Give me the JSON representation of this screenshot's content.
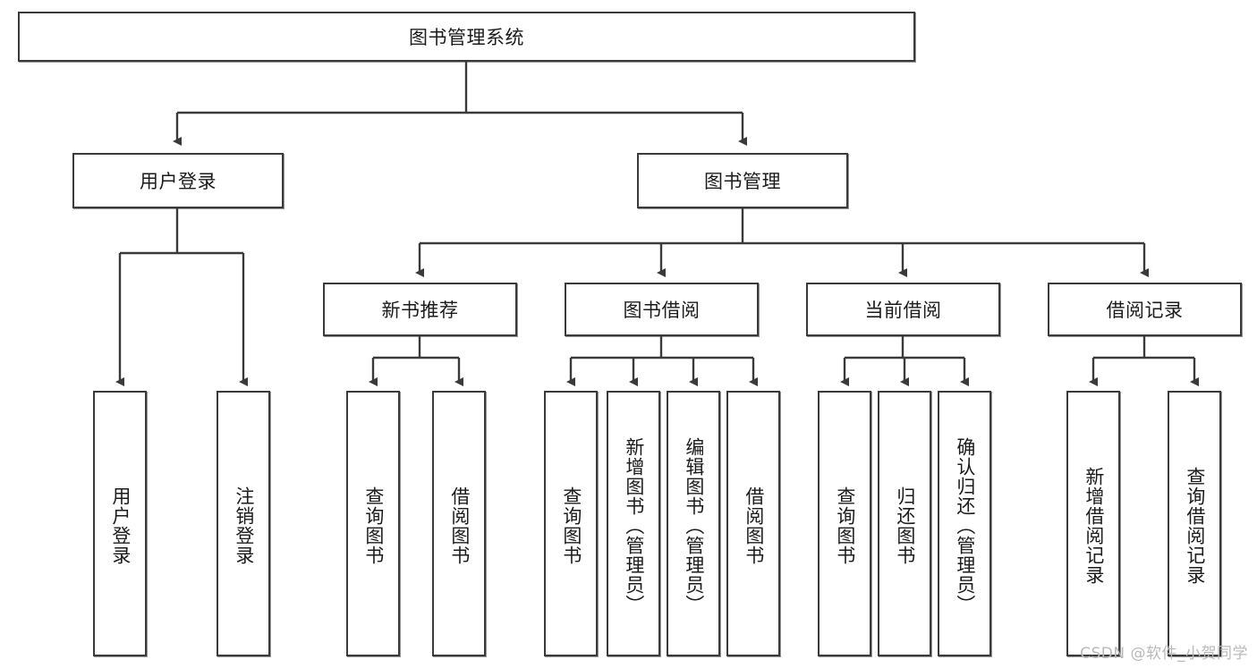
{
  "diagram": {
    "type": "tree-hierarchy",
    "title": "图书管理系统",
    "watermark": "CSDN @软件_小贺同学",
    "colors": {
      "box_border": "#3a3a3a",
      "box_fill": "#ffffff",
      "edge": "#3a3a3a",
      "text": "#1b1b1b",
      "watermark": "#b9b9b9"
    },
    "levels": [
      {
        "level": 1,
        "nodes": [
          {
            "id": "root",
            "label": "图书管理系统",
            "orientation": "horizontal"
          }
        ]
      },
      {
        "level": 2,
        "nodes": [
          {
            "id": "login",
            "label": "用户登录",
            "orientation": "horizontal",
            "parent": "root"
          },
          {
            "id": "bookmgmt",
            "label": "图书管理",
            "orientation": "horizontal",
            "parent": "root"
          }
        ]
      },
      {
        "level": 3,
        "nodes": [
          {
            "id": "recommend",
            "label": "新书推荐",
            "orientation": "horizontal",
            "parent": "bookmgmt"
          },
          {
            "id": "borrow",
            "label": "图书借阅",
            "orientation": "horizontal",
            "parent": "bookmgmt"
          },
          {
            "id": "current",
            "label": "当前借阅",
            "orientation": "horizontal",
            "parent": "bookmgmt"
          },
          {
            "id": "records",
            "label": "借阅记录",
            "orientation": "horizontal",
            "parent": "bookmgmt"
          }
        ]
      },
      {
        "level": 4,
        "nodes": [
          {
            "id": "leaf-user-login",
            "label": "用户登录",
            "orientation": "vertical",
            "parent": "login"
          },
          {
            "id": "leaf-user-logout",
            "label": "注销登录",
            "orientation": "vertical",
            "parent": "login"
          },
          {
            "id": "leaf-rec-query",
            "label": "查询图书",
            "orientation": "vertical",
            "parent": "recommend"
          },
          {
            "id": "leaf-rec-borrow",
            "label": "借阅图书",
            "orientation": "vertical",
            "parent": "recommend"
          },
          {
            "id": "leaf-bor-query",
            "label": "查询图书",
            "orientation": "vertical",
            "parent": "borrow"
          },
          {
            "id": "leaf-bor-add",
            "label": "新增图书（管理员）",
            "orientation": "vertical",
            "parent": "borrow"
          },
          {
            "id": "leaf-bor-edit",
            "label": "编辑图书（管理员）",
            "orientation": "vertical",
            "parent": "borrow"
          },
          {
            "id": "leaf-bor-lend",
            "label": "借阅图书",
            "orientation": "vertical",
            "parent": "borrow"
          },
          {
            "id": "leaf-cur-query",
            "label": "查询图书",
            "orientation": "vertical",
            "parent": "current"
          },
          {
            "id": "leaf-cur-return",
            "label": "归还图书",
            "orientation": "vertical",
            "parent": "current"
          },
          {
            "id": "leaf-cur-confirm",
            "label": "确认归还（管理员）",
            "orientation": "vertical",
            "parent": "current"
          },
          {
            "id": "leaf-rectrec-add",
            "label": "新增借阅记录",
            "orientation": "vertical",
            "parent": "records"
          },
          {
            "id": "leaf-rec-query2",
            "label": "查询借阅记录",
            "orientation": "vertical",
            "parent": "records"
          }
        ]
      }
    ]
  }
}
